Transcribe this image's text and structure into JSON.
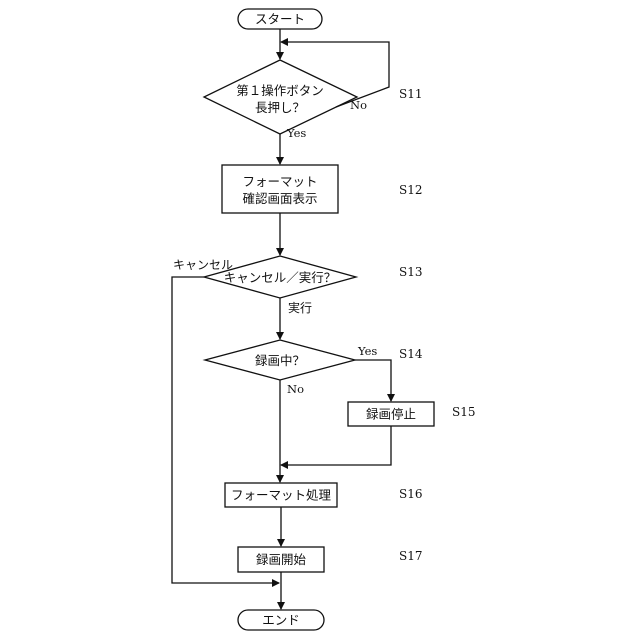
{
  "flowchart": {
    "start": "スタート",
    "end": "エンド",
    "decision_s11": {
      "line1": "第１操作ボタン",
      "line2": "長押し？"
    },
    "process_s12": {
      "line1": "フォーマット",
      "line2": "確認画面表示"
    },
    "decision_s13": "キャンセル／実行？",
    "decision_s14": "録画中？",
    "process_s15": "録画停止",
    "process_s16": "フォーマット処理",
    "process_s17": "録画開始",
    "edges": {
      "no": "No",
      "yes": "Yes",
      "execute": "実行",
      "cancel": "キャンセル"
    },
    "steps": {
      "s11": "S11",
      "s12": "S12",
      "s13": "S13",
      "s14": "S14",
      "s15": "S15",
      "s16": "S16",
      "s17": "S17"
    }
  }
}
